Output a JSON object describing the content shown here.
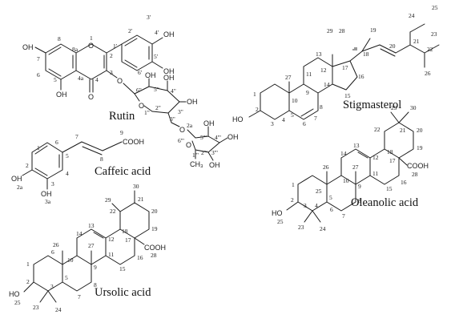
{
  "compounds": {
    "rutin": {
      "name": "Rutin",
      "atoms": {
        "oh": "OH",
        "o": "O",
        "methyl": "CH₃"
      },
      "numbers": [
        "8",
        "1",
        "2'",
        "3'",
        "4'",
        "7",
        "8a",
        "2",
        "1'",
        "6",
        "3",
        "6'",
        "5'",
        "5",
        "4a",
        "4",
        "6\"",
        "5\"",
        "4\"",
        "1\"",
        "2\"",
        "3\"",
        "3\"",
        "2a",
        "6'''",
        "5'''",
        "4'''",
        "1'''",
        "2'''",
        "3'''"
      ]
    },
    "caffeic_acid": {
      "name": "Caffeic acid",
      "atoms": {
        "cooh": "COOH",
        "oh": "OH"
      },
      "numbers": [
        "7",
        "9",
        "1",
        "6",
        "5",
        "8",
        "2",
        "4",
        "3",
        "2a",
        "3a"
      ]
    },
    "stigmasterol": {
      "name": "Stigmasterol",
      "atoms": {
        "ho": "HO"
      },
      "numbers": [
        "25",
        "29",
        "28",
        "19",
        "24",
        "18",
        "20",
        "21",
        "23",
        "22",
        "26",
        "13",
        "17",
        "12",
        "16",
        "11",
        "14",
        "1",
        "27",
        "15",
        "9",
        "2",
        "10",
        "8",
        "3",
        "5",
        "4",
        "6",
        "7"
      ]
    },
    "oleanolic_acid": {
      "name": "Oleanolic acid",
      "atoms": {
        "cooh": "COOH",
        "ho": "HO"
      },
      "numbers": [
        "29",
        "30",
        "22",
        "21",
        "20",
        "19",
        "14",
        "13",
        "12",
        "18",
        "17",
        "28",
        "26",
        "27",
        "9",
        "11",
        "16",
        "10",
        "8",
        "1",
        "25",
        "5",
        "2",
        "15",
        "3",
        "4",
        "6",
        "7",
        "23",
        "24",
        "25"
      ]
    },
    "ursolic_acid": {
      "name": "Ursolic acid",
      "atoms": {
        "cooh": "COOH",
        "ho": "HO"
      },
      "numbers": [
        "30",
        "29",
        "21",
        "22",
        "20",
        "13",
        "18",
        "14",
        "12",
        "17",
        "19",
        "26",
        "27",
        "11",
        "6",
        "10",
        "9",
        "16",
        "1",
        "28",
        "5",
        "15",
        "8",
        "2",
        "3",
        "7",
        "25",
        "23",
        "24"
      ]
    }
  }
}
